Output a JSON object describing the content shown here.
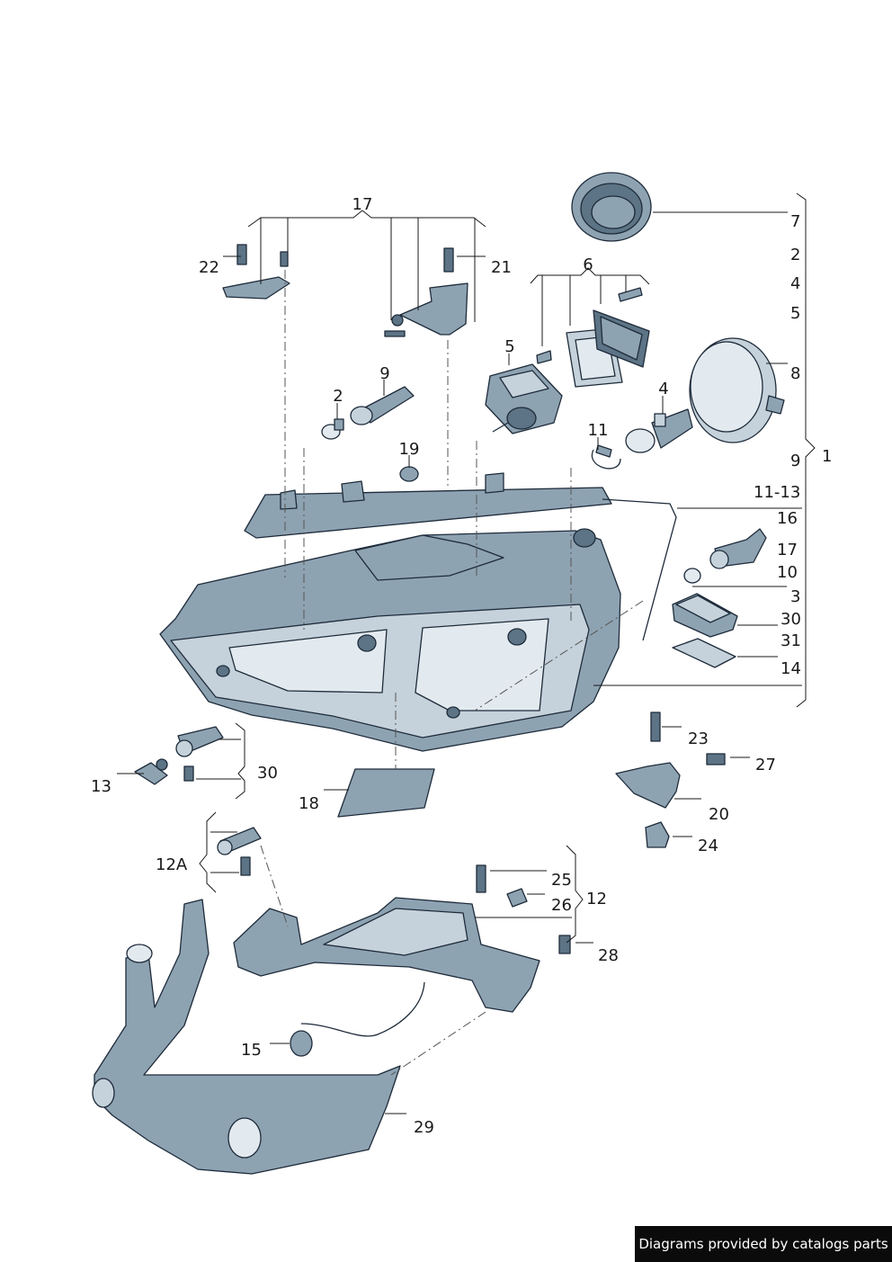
{
  "callouts": {
    "c17": "17",
    "c22": "22",
    "c21": "21",
    "c6": "6",
    "c7": "7",
    "c2r": "2",
    "c4r": "4",
    "c5r": "5",
    "c8": "8",
    "c9r": "9",
    "c1": "1",
    "c9": "9",
    "c2": "2",
    "c19": "19",
    "c5": "5",
    "c4": "4",
    "c11": "11",
    "c11_13": "11-13",
    "c16": "16",
    "c17r": "17",
    "c10": "10",
    "c3": "3",
    "c30r": "30",
    "c31": "31",
    "c14": "14",
    "c23": "23",
    "c27": "27",
    "c20": "20",
    "c24": "24",
    "c13": "13",
    "c30": "30",
    "c18": "18",
    "c12A": "12A",
    "c25": "25",
    "c26": "26",
    "c12": "12",
    "c28": "28",
    "c15": "15",
    "c29": "29"
  },
  "footer": {
    "text": "Diagrams provided by catalogs parts"
  },
  "colors": {
    "part_fill": "#8ea3b2",
    "part_outline": "#1e2b3a",
    "footer_bg": "#0b0b0b"
  }
}
